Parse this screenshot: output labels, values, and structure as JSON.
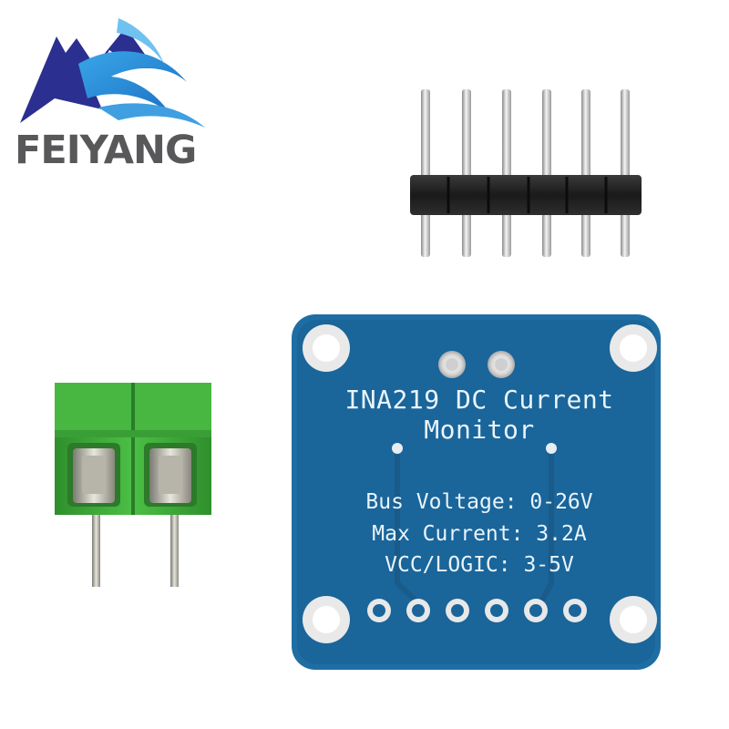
{
  "brand": {
    "name": "FEIYANG",
    "logo_color": "#2b2f8f",
    "text_color": "#58585a"
  },
  "board": {
    "title_line_1": "INA219 DC Current",
    "title_line_2": "Monitor",
    "spec_bus_voltage": "Bus Voltage: 0-26V",
    "spec_max_current": "Max Current: 3.2A",
    "spec_vcc_logic": "VCC/LOGIC: 3-5V",
    "pcb_color": "#1d6a9e",
    "header_pin_count": 6
  },
  "terminal_block": {
    "color": "#3fae3a",
    "positions": 2
  },
  "pin_header": {
    "pins": 6,
    "housing_color": "#202020"
  }
}
